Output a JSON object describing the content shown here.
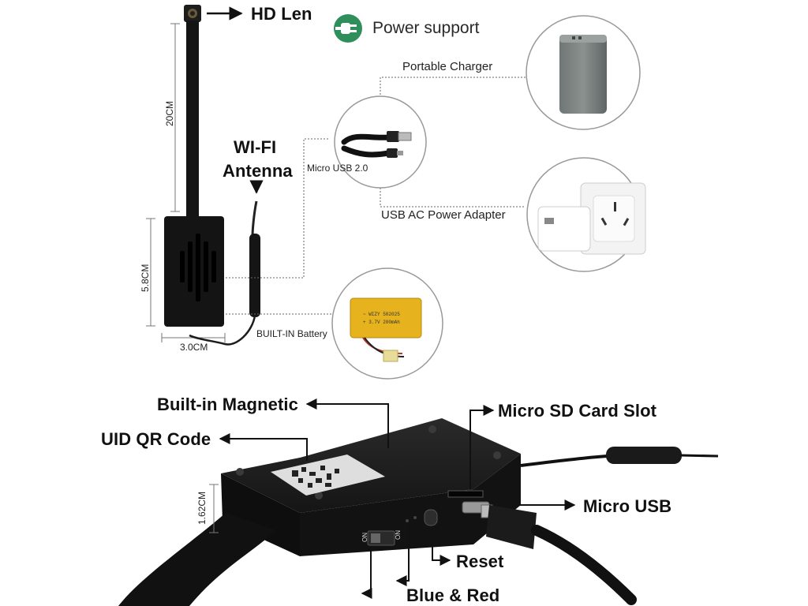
{
  "labels": {
    "hd_len": "HD Len",
    "power_support": "Power support",
    "portable_charger": "Portable Charger",
    "micro_usb_20": "Micro USB 2.0",
    "usb_ac_adapter": "USB AC Power Adapter",
    "wifi_line1": "WI-FI",
    "wifi_line2": "Antenna",
    "built_in_battery": "BUILT-IN Battery",
    "built_in_magnetic": "Built-in Magnetic",
    "uid_qr_code": "UID QR Code",
    "micro_sd_slot": "Micro SD Card Slot",
    "micro_usb": "Micro USB",
    "reset": "Reset",
    "blue_red": "Blue & Red"
  },
  "dimensions": {
    "cable_length": "20CM",
    "module_height": "5.8CM",
    "module_width": "3.0CM",
    "device_thickness": "1.62CM"
  },
  "battery_print": {
    "line1": "~ WIZY 502025",
    "line2": "+ 3.7V 200mAh"
  },
  "switch_marks": {
    "on": "ON",
    "off": "ON"
  },
  "colors": {
    "power_icon_green": "#2f8f5b",
    "device_black": "#111111",
    "battery_yellow": "#e6b21e"
  }
}
